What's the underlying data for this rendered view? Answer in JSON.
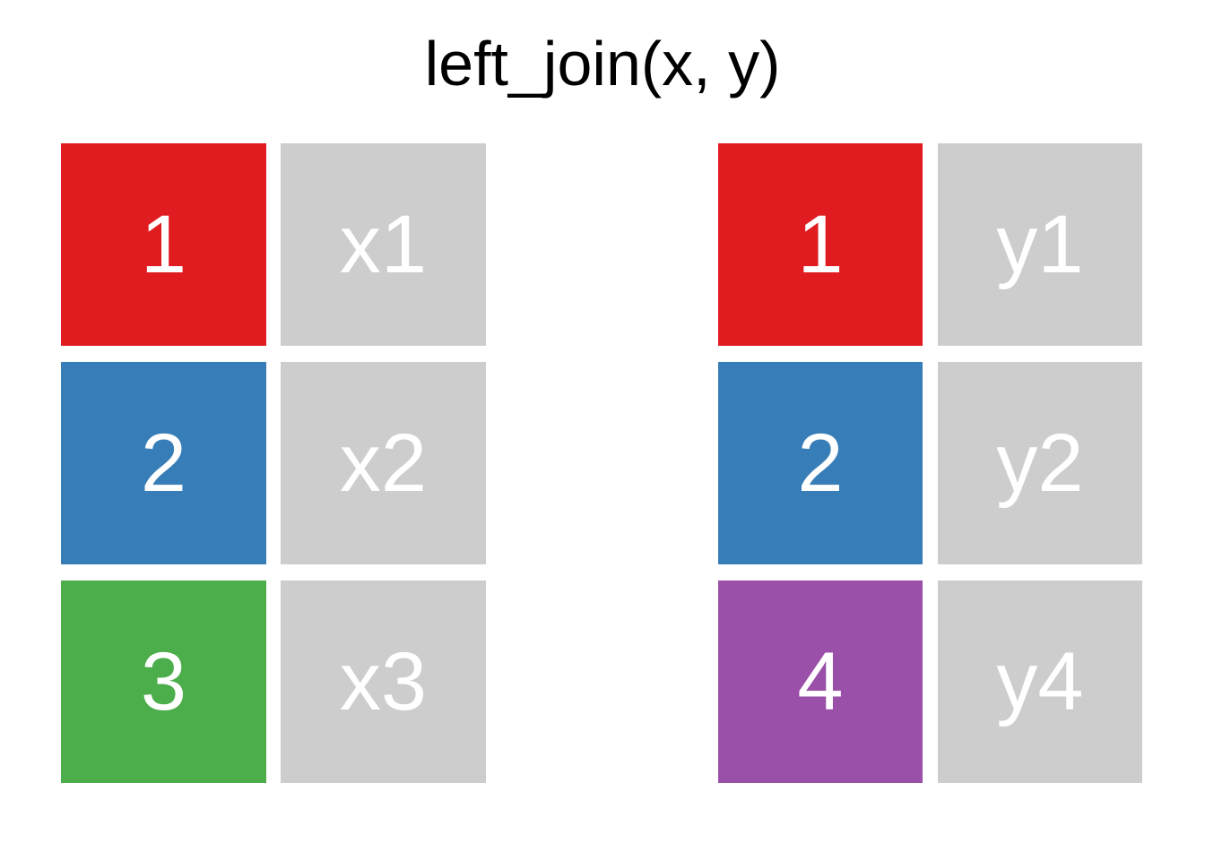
{
  "title": "left_join(x, y)",
  "colors": {
    "red": "#E01C20",
    "blue": "#377EB8",
    "green": "#4CAD4B",
    "purple": "#9A4FA8",
    "gray": "#CDCDCD",
    "cell_text": "#FFFFFF",
    "title_text": "#000000",
    "background": "#FFFFFF"
  },
  "tables": {
    "x": {
      "rows": [
        {
          "key": "1",
          "key_color": "red",
          "value": "x1",
          "value_color": "gray"
        },
        {
          "key": "2",
          "key_color": "blue",
          "value": "x2",
          "value_color": "gray"
        },
        {
          "key": "3",
          "key_color": "green",
          "value": "x3",
          "value_color": "gray"
        }
      ]
    },
    "y": {
      "rows": [
        {
          "key": "1",
          "key_color": "red",
          "value": "y1",
          "value_color": "gray"
        },
        {
          "key": "2",
          "key_color": "blue",
          "value": "y2",
          "value_color": "gray"
        },
        {
          "key": "4",
          "key_color": "purple",
          "value": "y4",
          "value_color": "gray"
        }
      ]
    }
  }
}
